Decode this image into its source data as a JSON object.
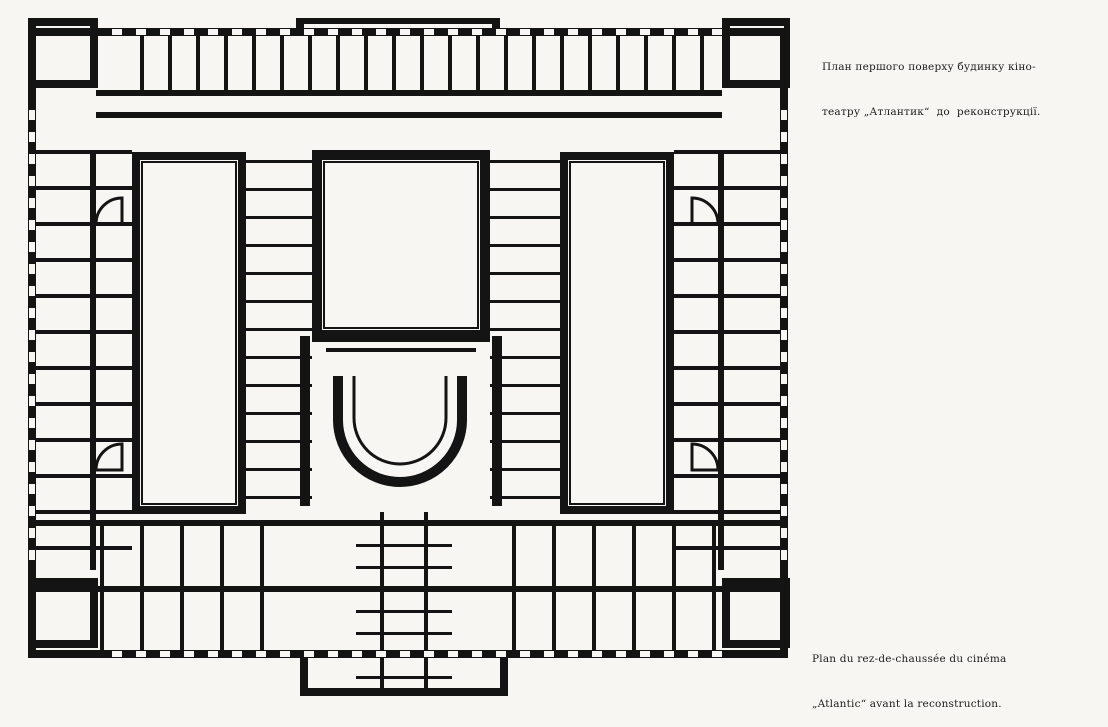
{
  "captions": {
    "ukrainian": {
      "line1": "План першого поверху будинку кіно-",
      "line2": "театру „Атлантик“  до  реконструкції."
    },
    "french": {
      "line1": "Plan du rez-de-chaussée du cinéma",
      "line2": "„Atlantic“ avant la reconstruction."
    }
  },
  "colors": {
    "paper": "#f7f6f2",
    "ink": "#141414"
  }
}
